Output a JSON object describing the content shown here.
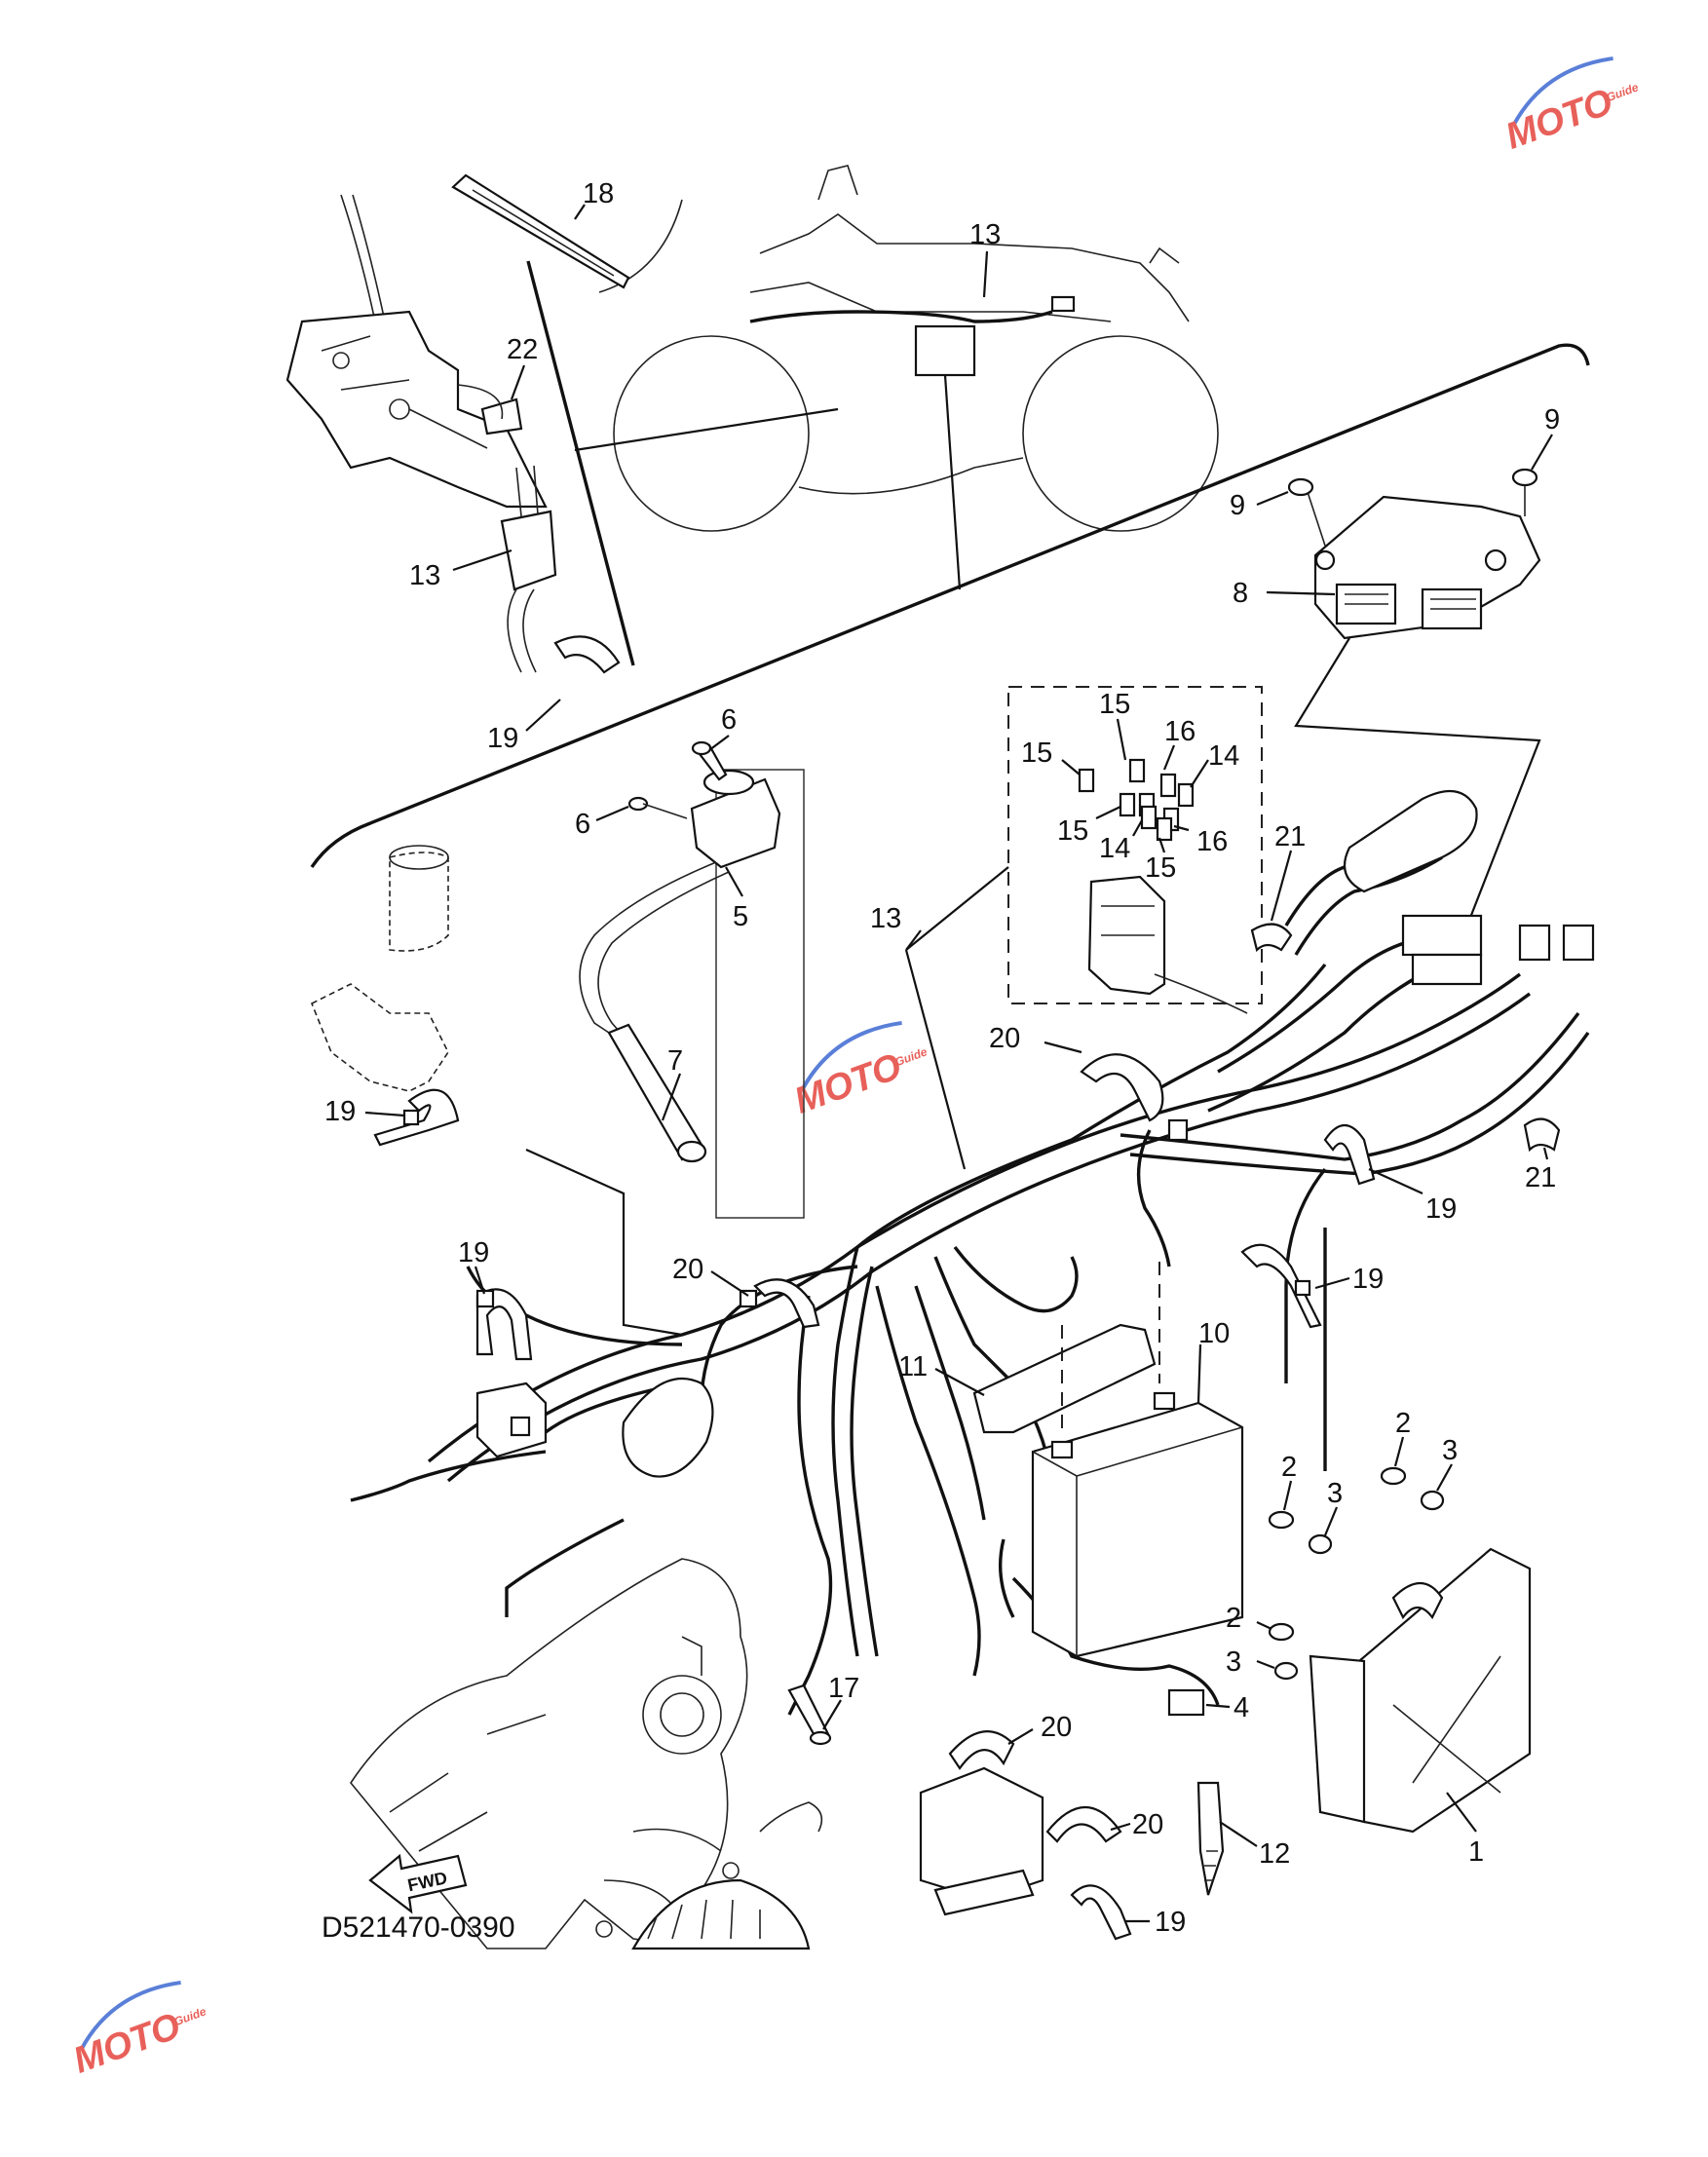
{
  "diagram": {
    "code": "D521470-0390",
    "fwd_label": "FWD"
  },
  "watermark": {
    "brand": "MOTO",
    "tag": "Guide",
    "color": "#e8605a",
    "accent": "#5a7fd8"
  },
  "callouts": [
    {
      "id": "18a",
      "label": "18"
    },
    {
      "id": "13a",
      "label": "13"
    },
    {
      "id": "22a",
      "label": "22"
    },
    {
      "id": "13b",
      "label": "13"
    },
    {
      "id": "19a",
      "label": "19"
    },
    {
      "id": "9a",
      "label": "9"
    },
    {
      "id": "9b",
      "label": "9"
    },
    {
      "id": "8a",
      "label": "8"
    },
    {
      "id": "6a",
      "label": "6"
    },
    {
      "id": "6b",
      "label": "6"
    },
    {
      "id": "5a",
      "label": "5"
    },
    {
      "id": "15a",
      "label": "15"
    },
    {
      "id": "15b",
      "label": "15"
    },
    {
      "id": "16a",
      "label": "16"
    },
    {
      "id": "14a",
      "label": "14"
    },
    {
      "id": "15c",
      "label": "15"
    },
    {
      "id": "14b",
      "label": "14"
    },
    {
      "id": "16b",
      "label": "16"
    },
    {
      "id": "15d",
      "label": "15"
    },
    {
      "id": "21a",
      "label": "21"
    },
    {
      "id": "13c",
      "label": "13"
    },
    {
      "id": "7a",
      "label": "7"
    },
    {
      "id": "20a",
      "label": "20"
    },
    {
      "id": "19b",
      "label": "19"
    },
    {
      "id": "21b",
      "label": "21"
    },
    {
      "id": "19c",
      "label": "19"
    },
    {
      "id": "19d",
      "label": "19"
    },
    {
      "id": "20b",
      "label": "20"
    },
    {
      "id": "19e",
      "label": "19"
    },
    {
      "id": "10a",
      "label": "10"
    },
    {
      "id": "11a",
      "label": "11"
    },
    {
      "id": "2a",
      "label": "2"
    },
    {
      "id": "3a",
      "label": "3"
    },
    {
      "id": "2b",
      "label": "2"
    },
    {
      "id": "3b",
      "label": "3"
    },
    {
      "id": "2c",
      "label": "2"
    },
    {
      "id": "3c",
      "label": "3"
    },
    {
      "id": "4a",
      "label": "4"
    },
    {
      "id": "17a",
      "label": "17"
    },
    {
      "id": "20c",
      "label": "20"
    },
    {
      "id": "20d",
      "label": "20"
    },
    {
      "id": "12a",
      "label": "12"
    },
    {
      "id": "1a",
      "label": "1"
    },
    {
      "id": "19f",
      "label": "19"
    }
  ]
}
